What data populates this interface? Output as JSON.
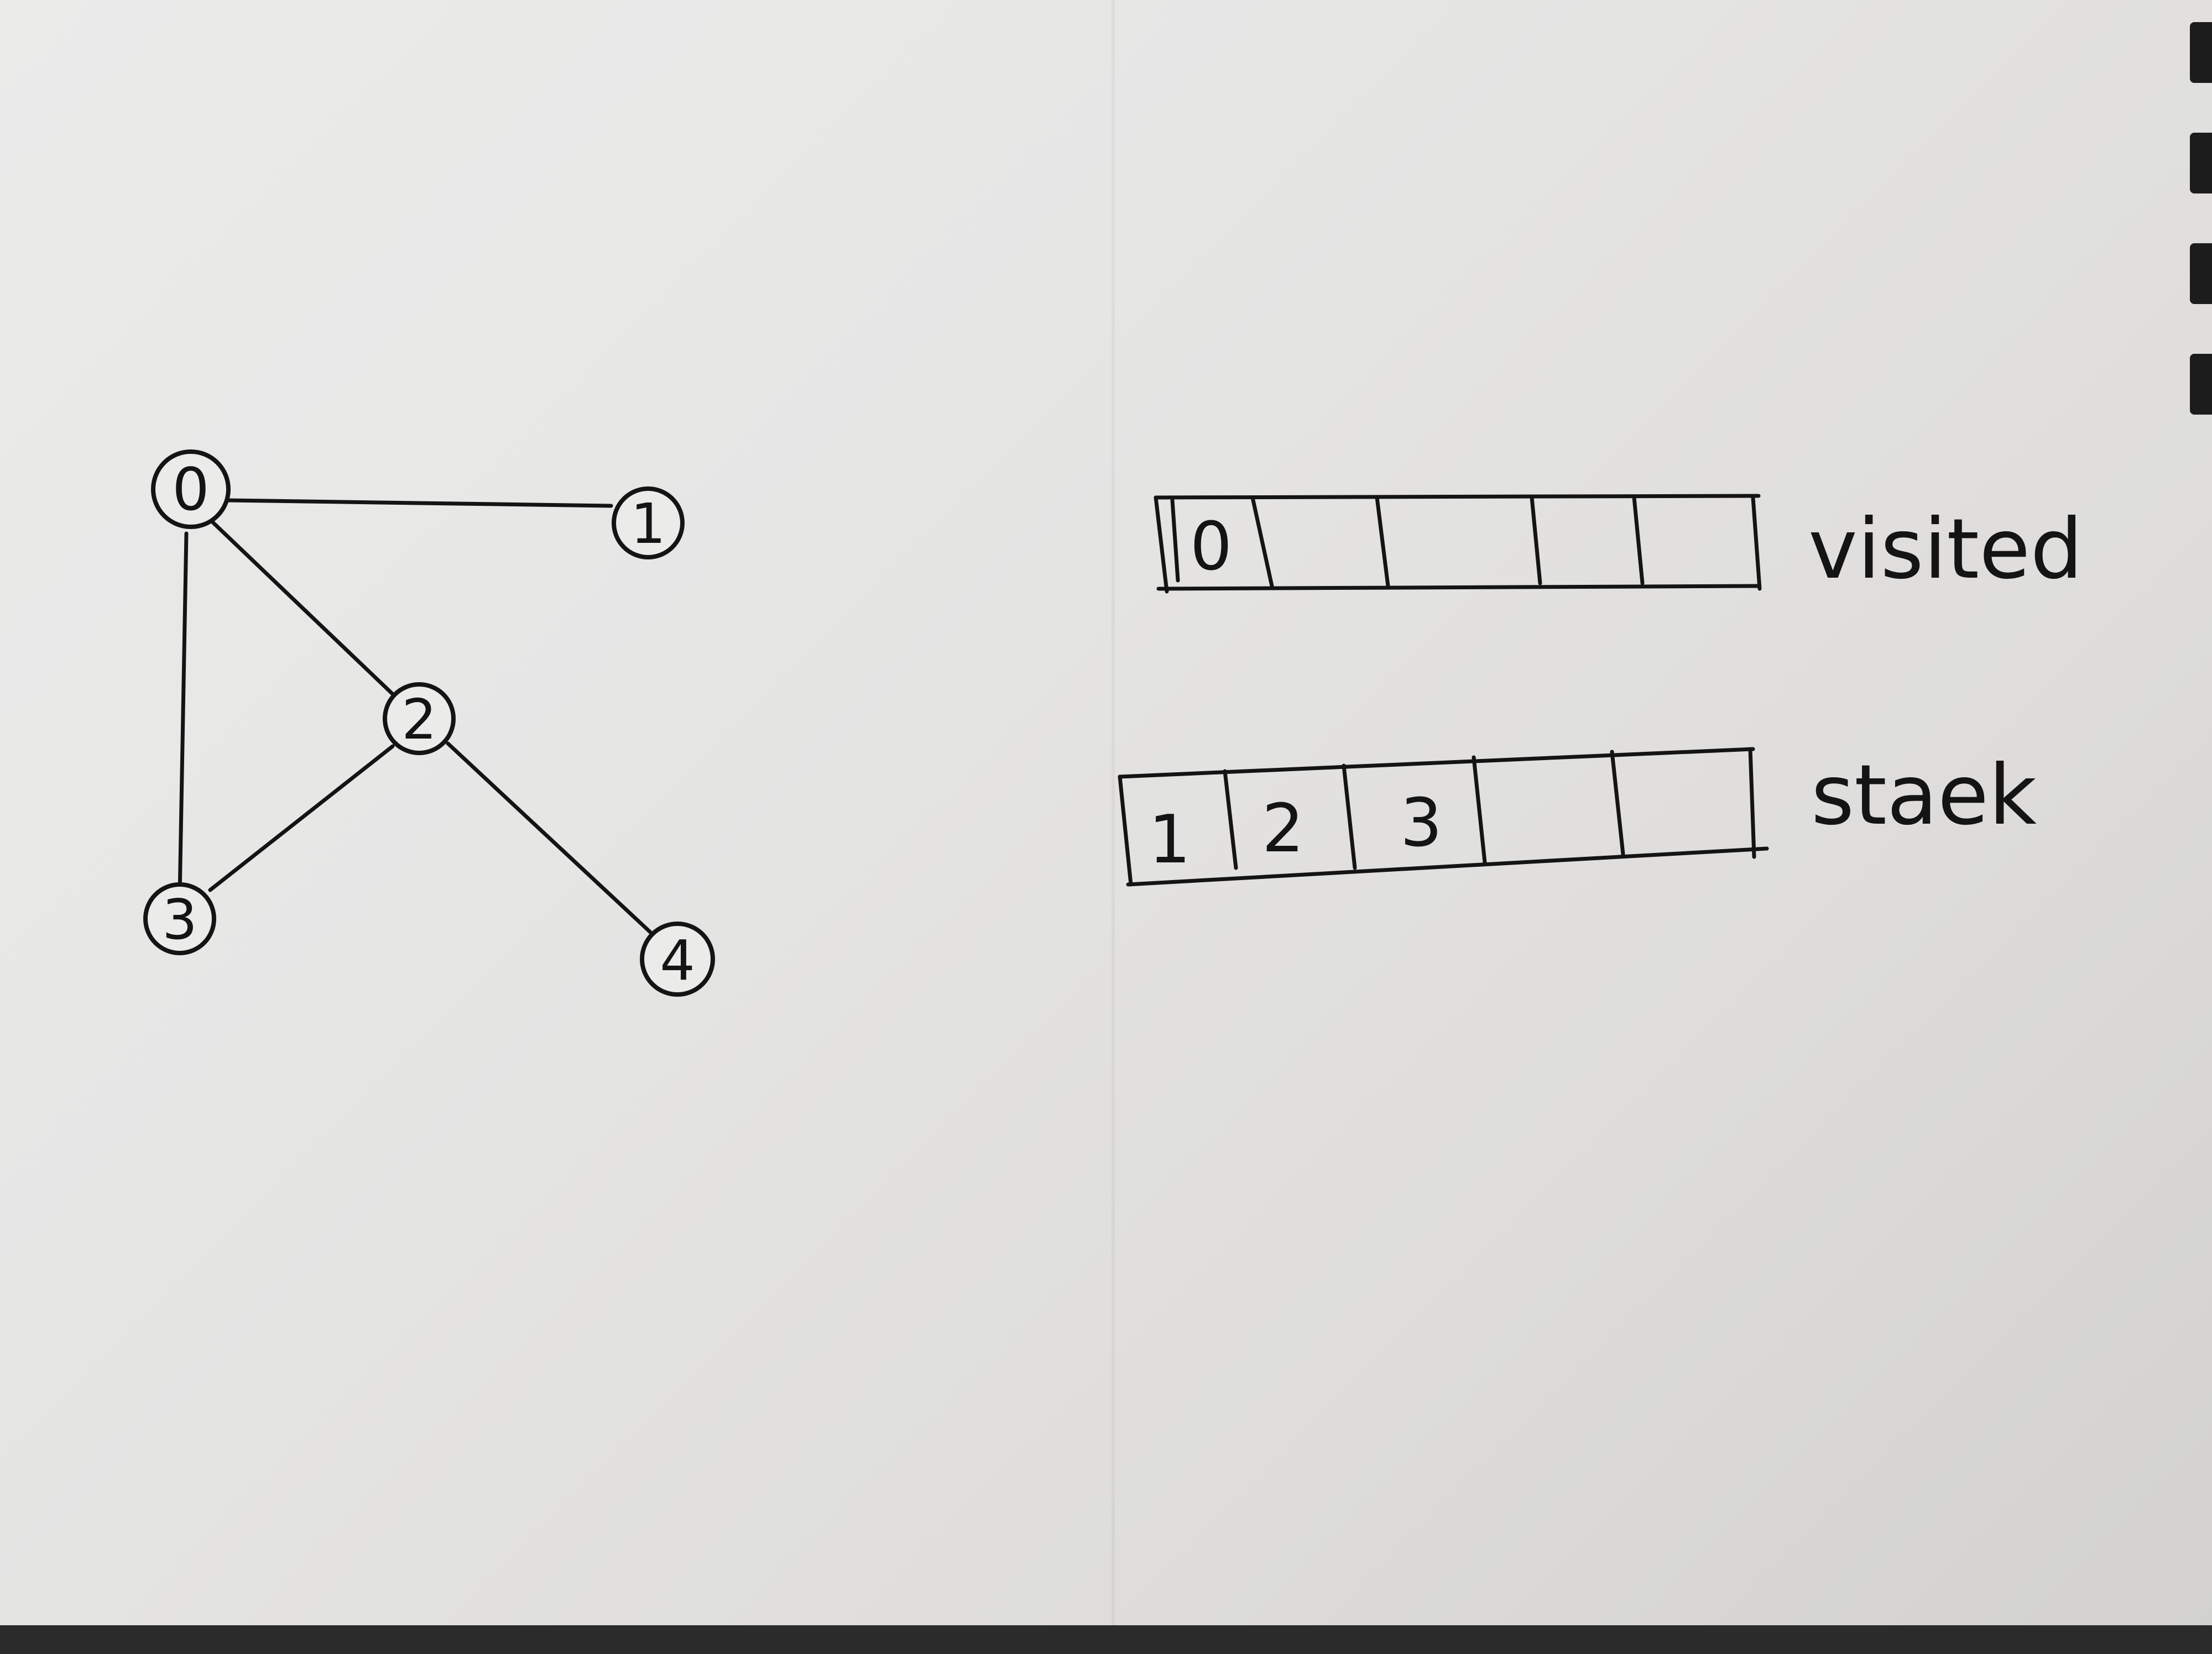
{
  "graph": {
    "nodes": [
      {
        "id": "node-0",
        "label": "0"
      },
      {
        "id": "node-1",
        "label": "1"
      },
      {
        "id": "node-2",
        "label": "2"
      },
      {
        "id": "node-3",
        "label": "3"
      },
      {
        "id": "node-4",
        "label": "4"
      }
    ],
    "edges": [
      [
        "0",
        "1"
      ],
      [
        "0",
        "2"
      ],
      [
        "0",
        "3"
      ],
      [
        "2",
        "3"
      ],
      [
        "2",
        "4"
      ]
    ]
  },
  "visited": {
    "label": "visited",
    "cells": [
      "0",
      "",
      "",
      "",
      ""
    ]
  },
  "stack": {
    "label": "staek",
    "cells": [
      "1",
      "2",
      "3",
      "",
      ""
    ]
  },
  "colors": {
    "ink": "#141414",
    "paper": "#ebebea"
  }
}
